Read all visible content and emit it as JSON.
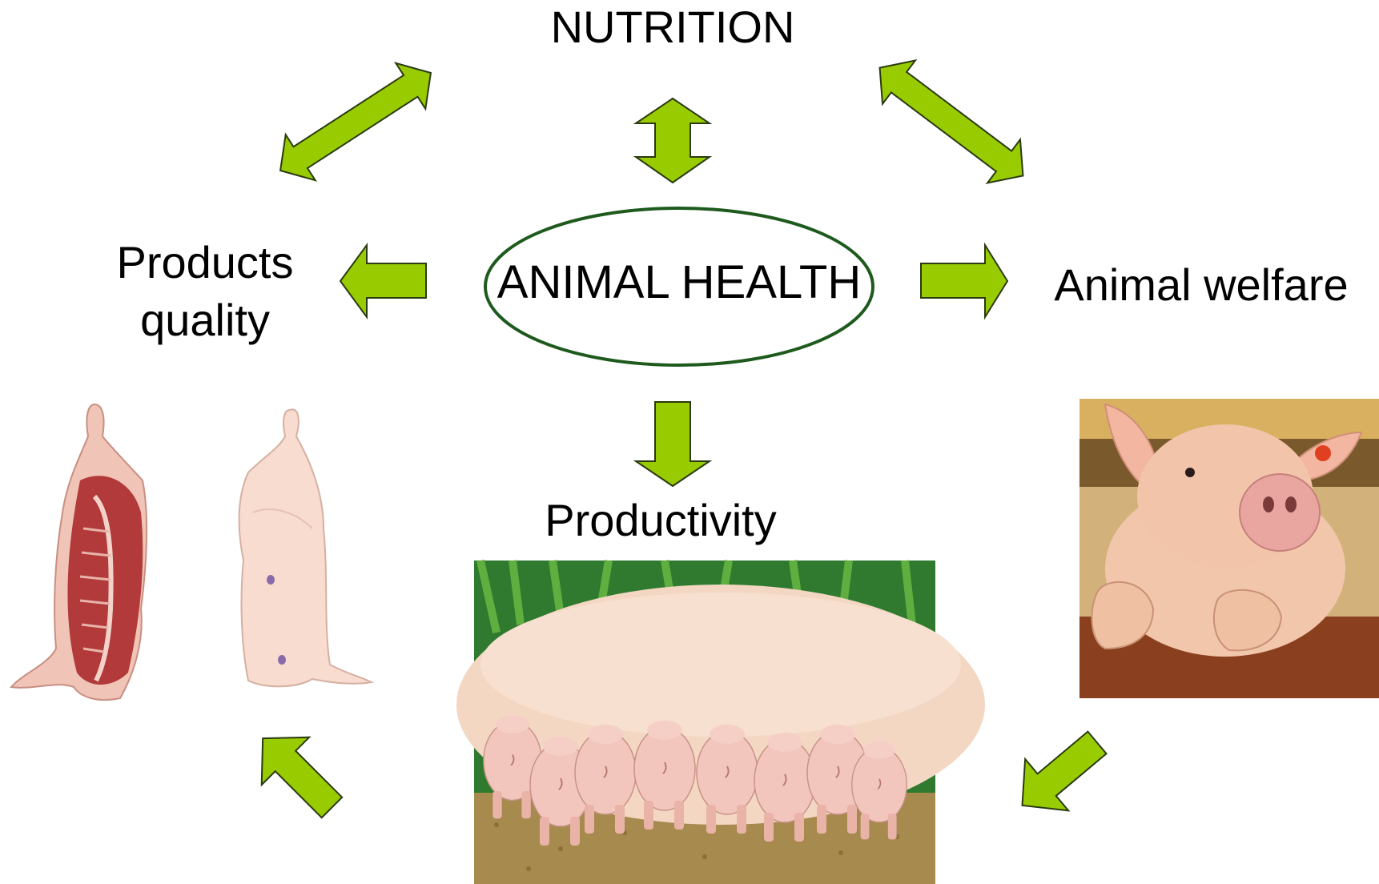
{
  "diagram": {
    "top_node": "NUTRITION",
    "center_node": "ANIMAL HEALTH",
    "left_node": [
      "Products",
      "quality"
    ],
    "right_node": "Animal welfare",
    "bottom_node": "Productivity"
  },
  "images": {
    "left": "pork-carcass-halves",
    "bottom": "sow-nursing-piglets",
    "right": "pig-leaning-over-rail"
  },
  "colors": {
    "arrow_fill": "#99cc00",
    "arrow_stroke": "#2a3a10",
    "ellipse_stroke": "#1e5a1e",
    "text": "#000000"
  }
}
